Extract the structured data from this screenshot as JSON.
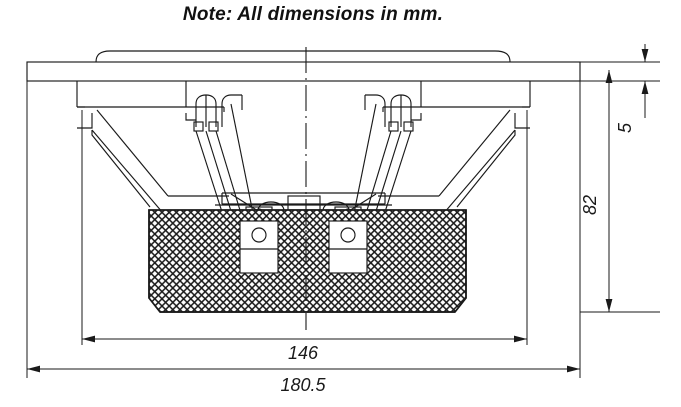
{
  "drawing": {
    "note": "Note:  All dimensions in mm.",
    "units": "mm",
    "view": "cross-section",
    "subject": "loudspeaker-driver"
  },
  "dimensions": {
    "overall_width": "180.5",
    "mounting_width": "146",
    "flange_thickness": "5",
    "overall_depth": "82"
  },
  "colors": {
    "line": "#1a1a1a",
    "thin_line": "#3a3a3a",
    "background": "#ffffff",
    "text": "#111111"
  }
}
